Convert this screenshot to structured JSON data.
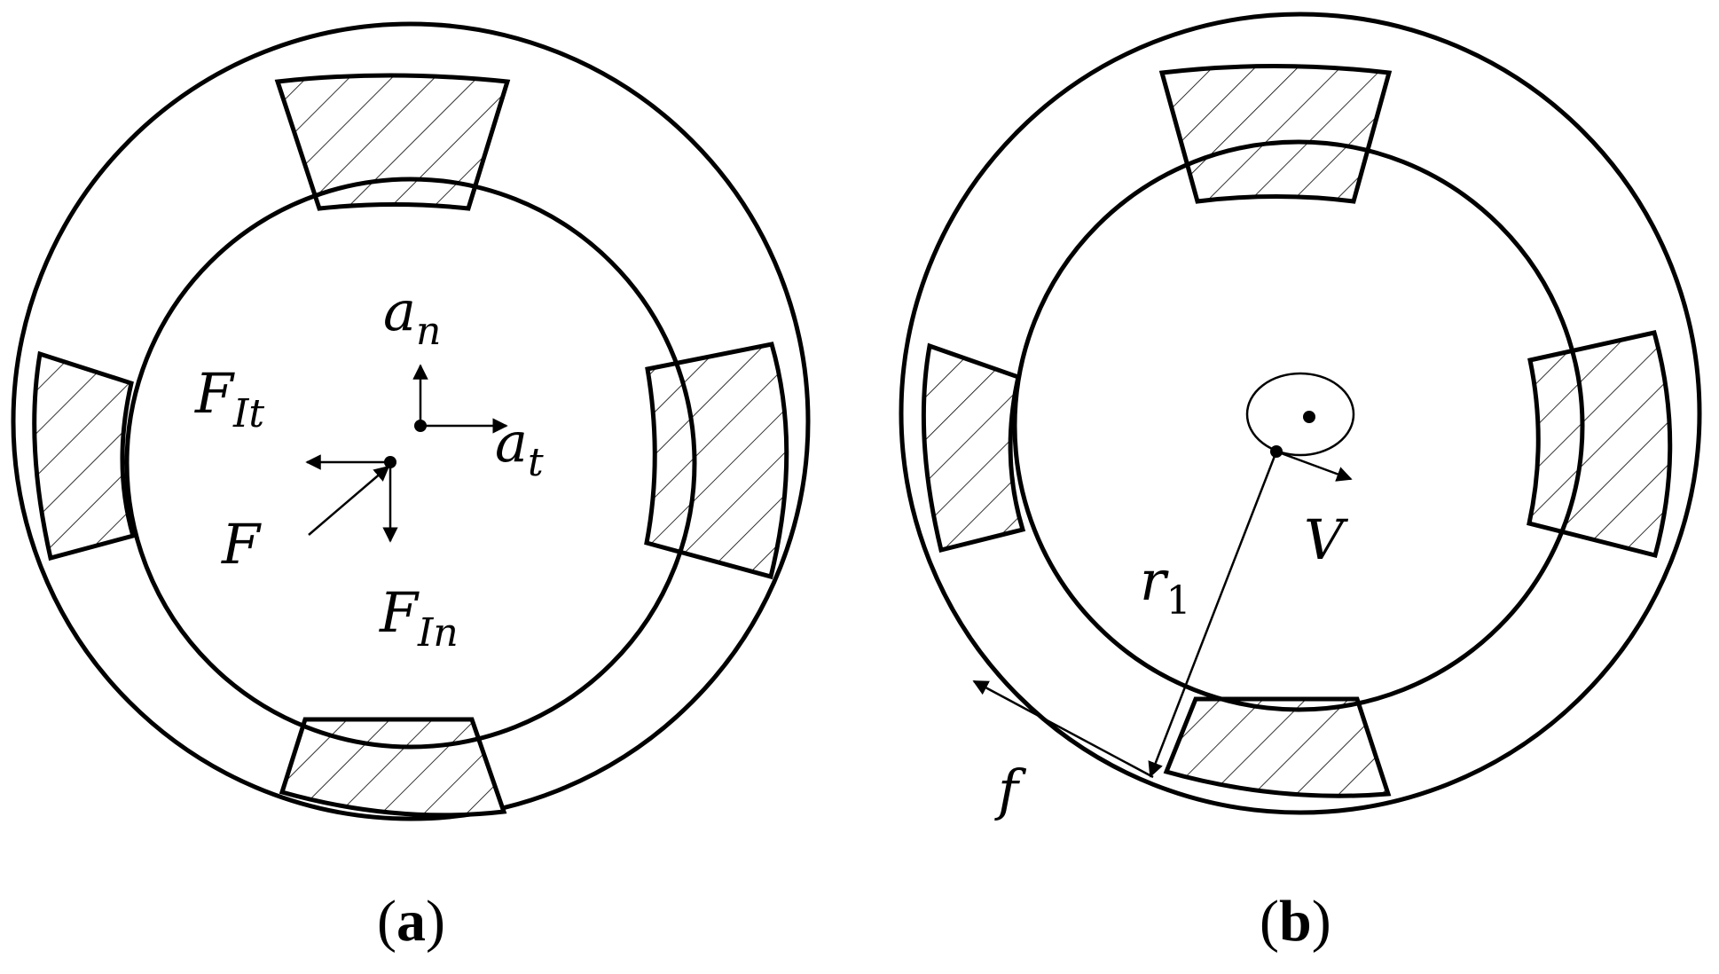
{
  "panel_a": {
    "caption_open": "(",
    "caption_letter": "a",
    "caption_close": ")",
    "labels": {
      "a_n": {
        "main": "a",
        "sub": "n"
      },
      "a_t": {
        "main": "a",
        "sub": "t"
      },
      "F_It": {
        "main": "F",
        "sub": "It"
      },
      "F": {
        "main": "F"
      },
      "F_In": {
        "main": "F",
        "sub": "In"
      }
    }
  },
  "panel_b": {
    "caption_open": "(",
    "caption_letter": "b",
    "caption_close": ")",
    "labels": {
      "V": {
        "main": "V"
      },
      "r_1": {
        "main": "r",
        "sub": "1"
      },
      "f": {
        "main": "f"
      }
    }
  },
  "colors": {
    "stroke": "#000000",
    "background": "#ffffff"
  }
}
